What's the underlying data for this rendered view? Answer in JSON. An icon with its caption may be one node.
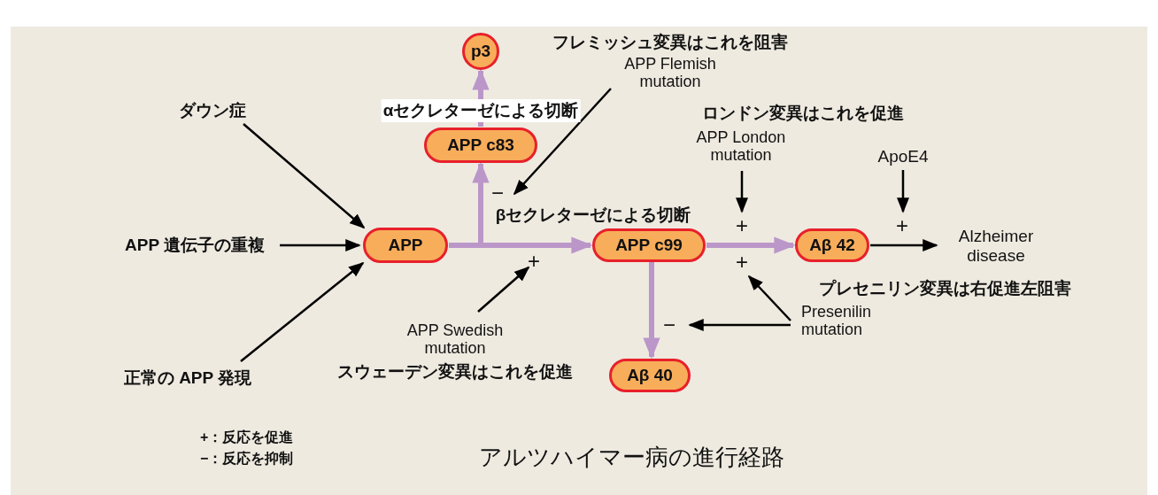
{
  "diagram": {
    "caption": "アルツハイマー病の進行経路",
    "nodes": [
      {
        "text": [
          "ダウン症"
        ]
      },
      {
        "text": [
          "APP 遺伝子の重複"
        ]
      },
      {
        "text": [
          "正常の APP 発現"
        ]
      },
      {
        "text": [
          "APP"
        ]
      },
      {
        "text": [
          "APP c83"
        ]
      },
      {
        "text": [
          "p3"
        ]
      },
      {
        "text": [
          "APP c99"
        ]
      },
      {
        "text": [
          "Aβ 42"
        ]
      },
      {
        "text": [
          "Aβ 40"
        ]
      },
      {
        "text": [
          "Alzheimer disease"
        ]
      },
      {
        "text": [
          "フレミッシュ変異はこれを阻害",
          "APP Flemish mutation"
        ]
      },
      {
        "text": [
          "ロンドン変異はこれを促進",
          "APP London mutation"
        ]
      },
      {
        "text": [
          "ApoE4"
        ]
      },
      {
        "text": [
          "APP Swedish mutation",
          "スウェーデン変異はこれを促進"
        ]
      },
      {
        "text": [
          "プレセニリン変異は右促進左阻害",
          "Presenilin mutation"
        ]
      },
      {
        "text": [
          "−"
        ]
      },
      {
        "text": [
          "+"
        ]
      },
      {
        "text": [
          "+"
        ]
      },
      {
        "text": [
          "+"
        ]
      },
      {
        "text": [
          "−"
        ]
      },
      {
        "text": [
          "+"
        ]
      }
    ],
    "edges": [
      {
        "from": 0,
        "to": 3,
        "arrow": "to"
      },
      {
        "from": 1,
        "to": 3,
        "arrow": "to"
      },
      {
        "from": 2,
        "to": 3,
        "arrow": "to"
      },
      {
        "from": 3,
        "to": 6,
        "arrow": "to",
        "label": "βセクレターゼによる切断",
        "style": "thick",
        "color": "#bb96c9"
      },
      {
        "from": 3,
        "to": 4,
        "arrow": "to",
        "style": "thick",
        "color": "#bb96c9"
      },
      {
        "from": 4,
        "to": 5,
        "arrow": "to",
        "label": "αセクレターゼによる切断",
        "style": "thick",
        "color": "#bb96c9"
      },
      {
        "from": 6,
        "to": 7,
        "arrow": "to",
        "style": "thick",
        "color": "#bb96c9"
      },
      {
        "from": 6,
        "to": 8,
        "arrow": "to",
        "style": "thick",
        "color": "#bb96c9"
      },
      {
        "from": 7,
        "to": 9,
        "arrow": "to"
      },
      {
        "from": 10,
        "to": 15,
        "arrow": "to"
      },
      {
        "from": 13,
        "to": 16,
        "arrow": "to"
      },
      {
        "from": 11,
        "to": 17,
        "arrow": "to"
      },
      {
        "from": 14,
        "to": 18,
        "arrow": "to"
      },
      {
        "from": 14,
        "to": 19,
        "arrow": "to"
      },
      {
        "from": 12,
        "to": 20,
        "arrow": "to"
      }
    ],
    "labels": [
      "+：反応を促進",
      "−：反応を抑制"
    ]
  }
}
